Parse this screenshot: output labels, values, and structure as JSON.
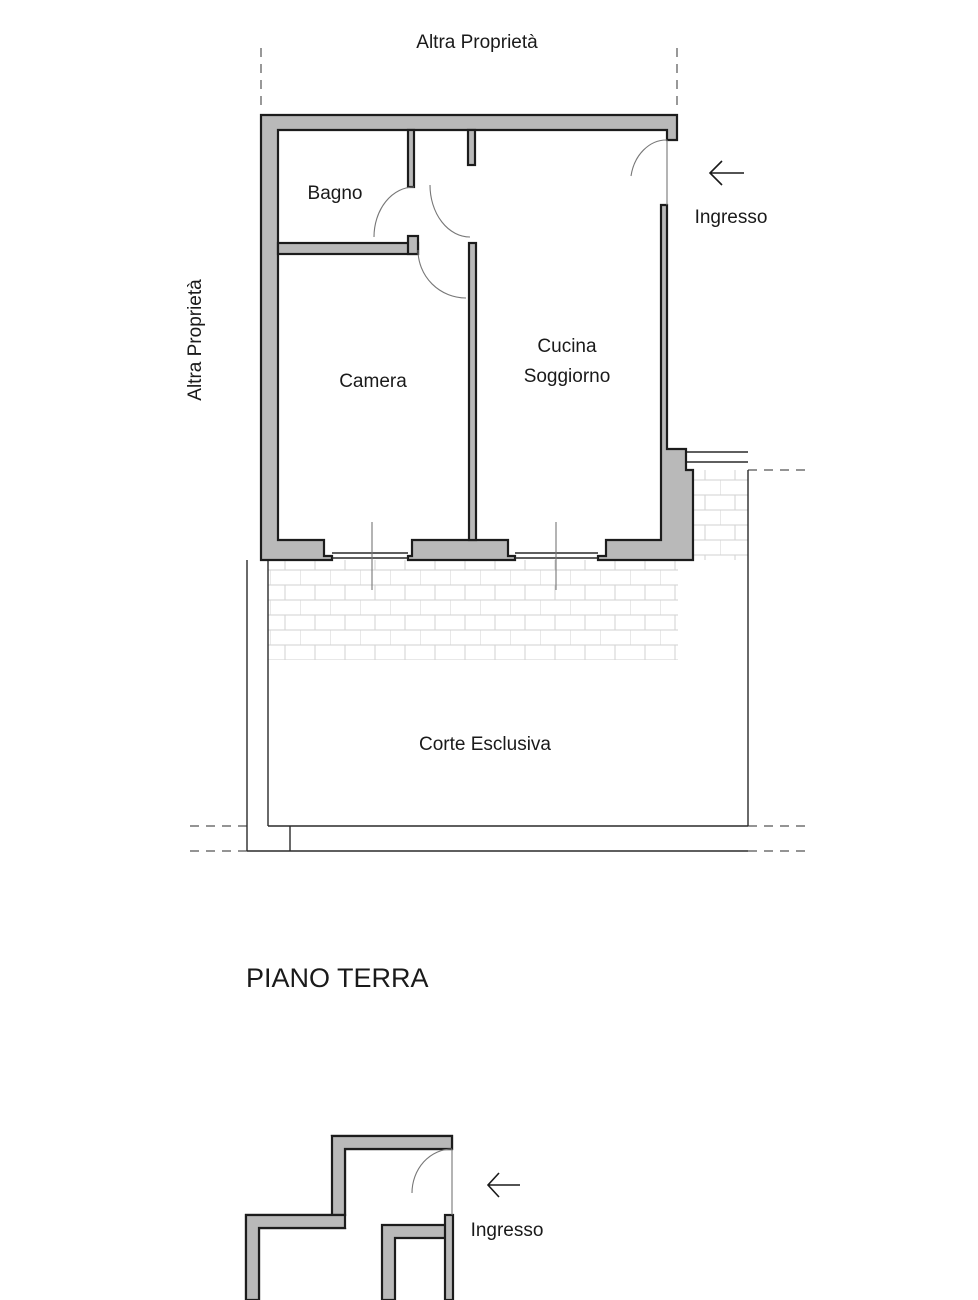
{
  "plan": {
    "top_neighbor": "Altra Proprietà",
    "left_neighbor": "Altra Proprietà",
    "rooms": {
      "bagno": "Bagno",
      "camera": "Camera",
      "cucina": "Cucina",
      "soggiorno": "Soggiorno",
      "corte": "Corte Esclusiva"
    },
    "entrance": "Ingresso",
    "floor_title": "PIANO TERRA",
    "second_plan": {
      "entrance": "Ingresso"
    }
  }
}
